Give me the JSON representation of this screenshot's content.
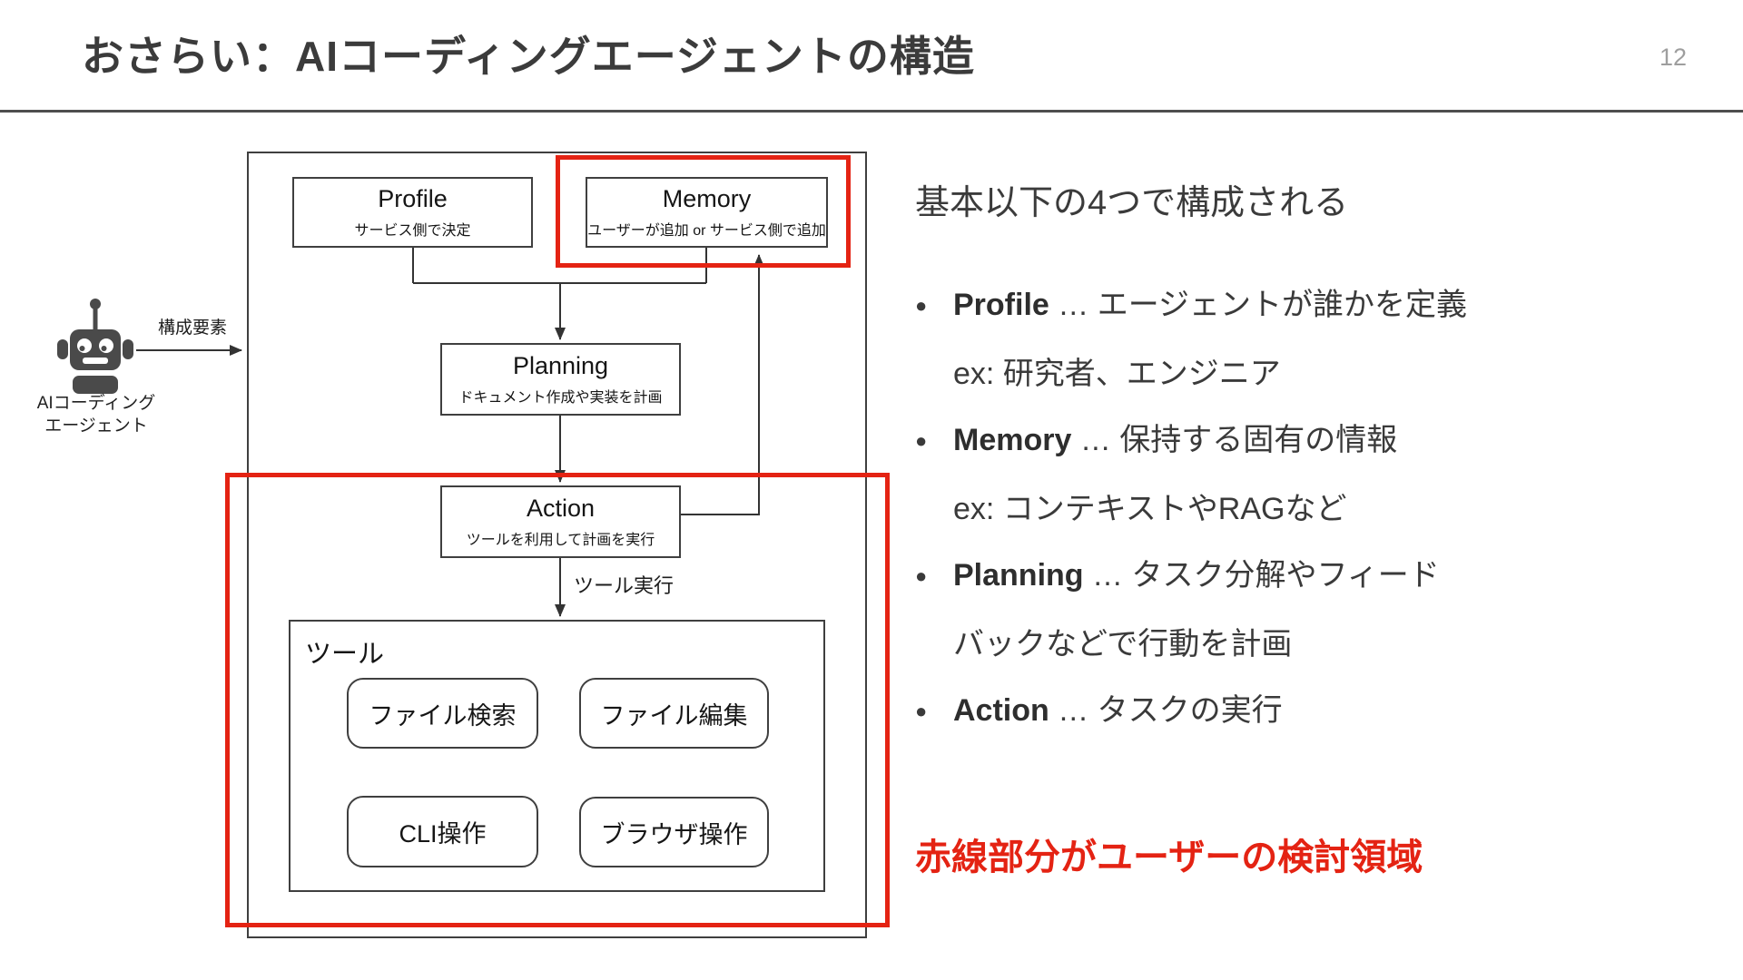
{
  "slide": {
    "title": "おさらい：AIコーディングエージェントの構造",
    "page_number": "12"
  },
  "diagram": {
    "agent": {
      "icon": "robot-icon",
      "label_line1": "AIコーディング",
      "label_line2": "エージェント",
      "arrow_label": "構成要素"
    },
    "nodes": {
      "profile": {
        "title": "Profile",
        "subtitle": "サービス側で決定"
      },
      "memory": {
        "title": "Memory",
        "subtitle": "ユーザーが追加 or サービス側で追加"
      },
      "planning": {
        "title": "Planning",
        "subtitle": "ドキュメント作成や実装を計画"
      },
      "action": {
        "title": "Action",
        "subtitle": "ツールを利用して計画を実行"
      }
    },
    "edge_labels": {
      "tool_exec": "ツール実行"
    },
    "tools": {
      "label": "ツール",
      "items": [
        "ファイル検索",
        "ファイル編集",
        "CLI操作",
        "ブラウザ操作"
      ]
    }
  },
  "panel": {
    "heading": "基本以下の4つで構成される",
    "bullets": [
      {
        "term": "Profile",
        "desc": " … エージェントが誰かを定義",
        "sub": "ex: 研究者、エンジニア"
      },
      {
        "term": "Memory",
        "desc": " … 保持する固有の情報",
        "sub": "ex: コンテキストやRAGなど"
      },
      {
        "term": "Planning",
        "desc": " … タスク分解やフィード",
        "sub": "バックなどで行動を計画"
      },
      {
        "term": "Action",
        "desc": " … タスクの実行"
      }
    ],
    "note": "赤線部分がユーザーの検討領域"
  },
  "colors": {
    "accent_red": "#e42313",
    "line": "#3f3f3f",
    "text": "#3b3b3b",
    "muted_gray": "#9e9e9e"
  }
}
